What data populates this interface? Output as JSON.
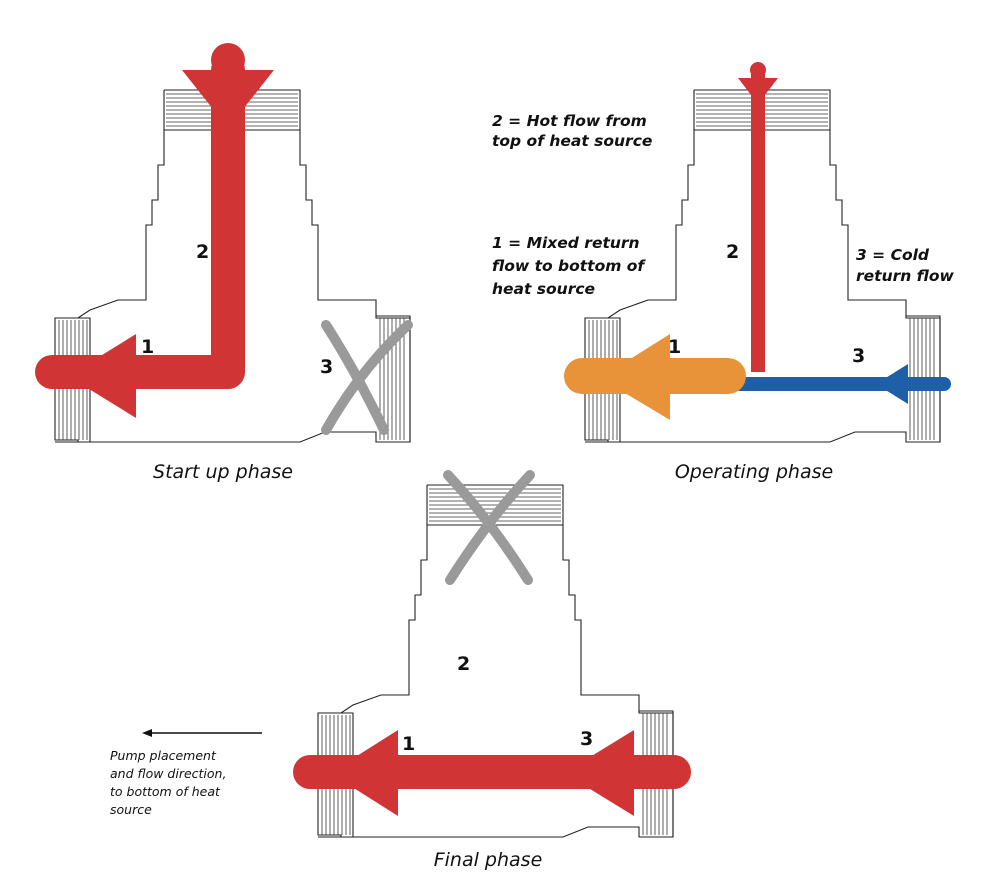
{
  "panels": {
    "start_up": {
      "caption": "Start up phase",
      "label_1": "1",
      "label_2": "2",
      "label_3": "3"
    },
    "operating": {
      "caption": "Operating phase",
      "label_1": "1",
      "label_2": "2",
      "label_3": "3"
    },
    "final": {
      "caption": "Final phase",
      "label_1": "1",
      "label_2": "2",
      "label_3": "3"
    }
  },
  "legend": {
    "hot_flow": [
      "2 = Hot flow from",
      "top of heat source"
    ],
    "mixed_return": [
      "1 = Mixed return",
      "flow to bottom of",
      "heat source"
    ],
    "cold_return": [
      "3 = Cold",
      "return flow"
    ]
  },
  "pump_note": [
    "Pump placement",
    "and flow direction,",
    "to bottom of heat",
    "source"
  ],
  "colors": {
    "hot": "#d03434",
    "mixed": "#e8923a",
    "cold": "#1f5fa8",
    "blocked": "#9a9a9a"
  }
}
